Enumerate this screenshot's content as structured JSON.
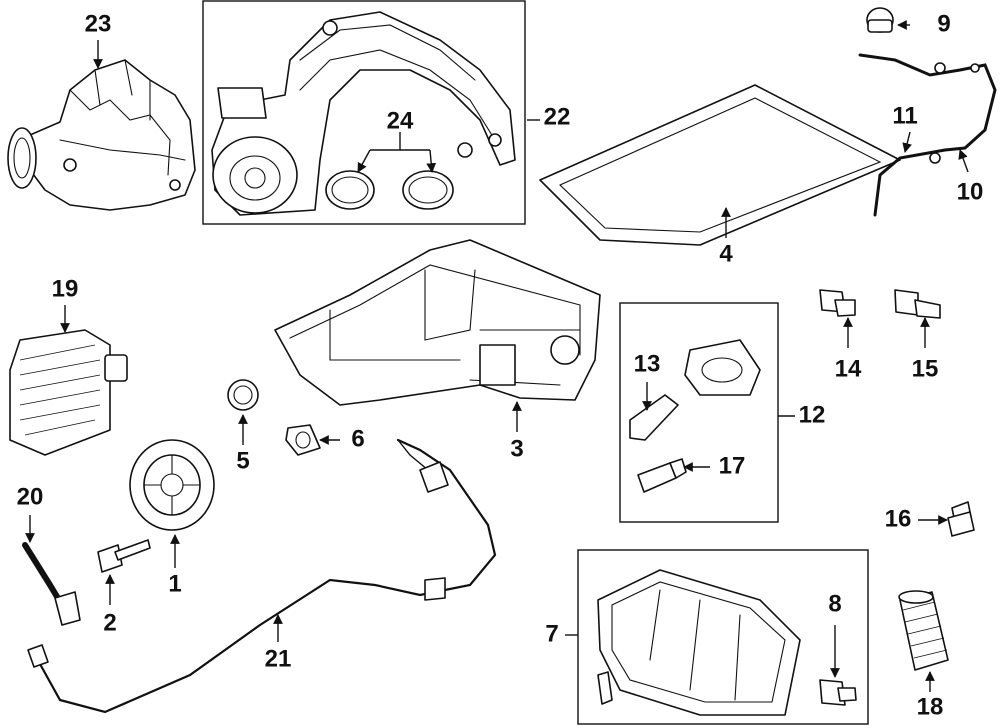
{
  "callouts": {
    "c1": "1",
    "c2": "2",
    "c3": "3",
    "c4": "4",
    "c5": "5",
    "c6": "6",
    "c7": "7",
    "c8": "8",
    "c9": "9",
    "c10": "10",
    "c11": "11",
    "c12": "12",
    "c13": "13",
    "c14": "14",
    "c15": "15",
    "c16": "16",
    "c17": "17",
    "c18": "18",
    "c19": "19",
    "c20": "20",
    "c21": "21",
    "c22": "22",
    "c23": "23",
    "c24": "24"
  },
  "colors": {
    "line": "#111111",
    "background": "#ffffff"
  }
}
